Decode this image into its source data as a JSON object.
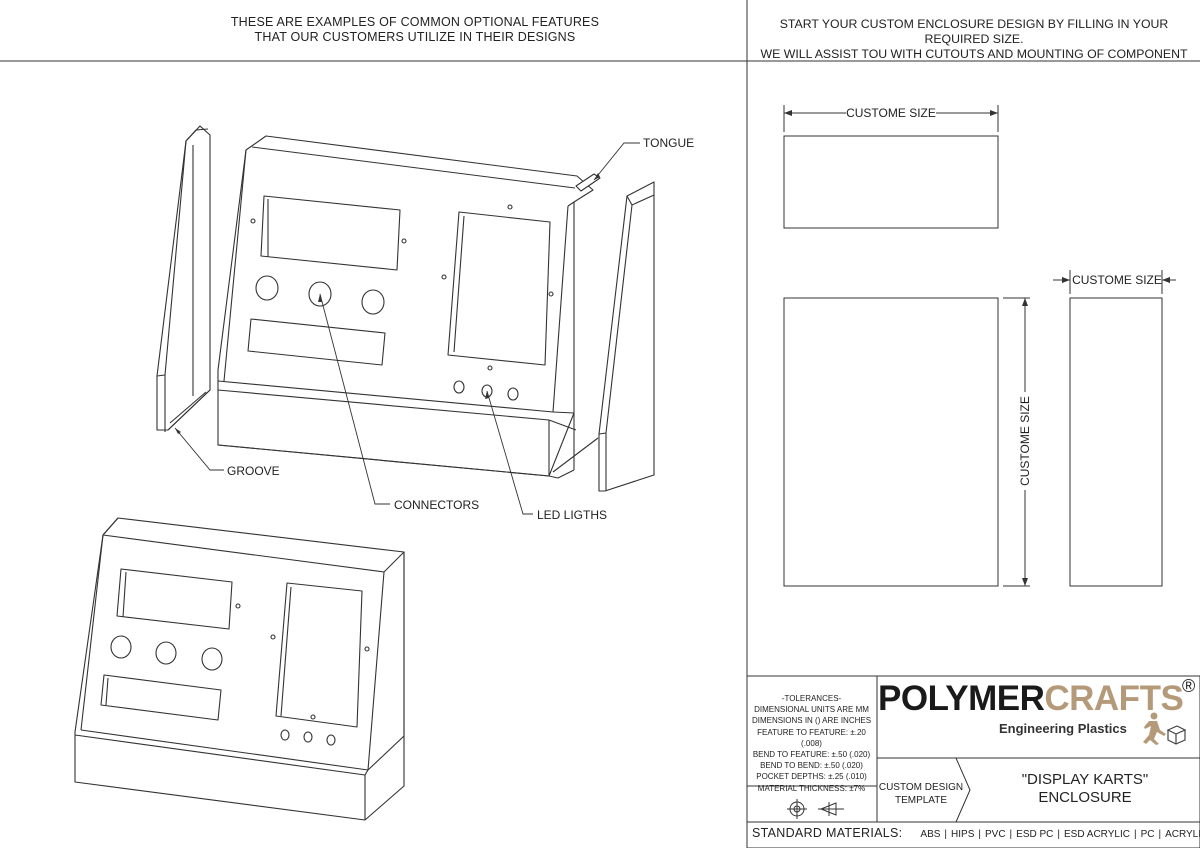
{
  "header": {
    "left_line1": "THESE ARE EXAMPLES OF COMMON OPTIONAL FEATURES",
    "left_line2": "THAT OUR CUSTOMERS UTILIZE IN THEIR DESIGNS",
    "right_line1": "START YOUR CUSTOM ENCLOSURE DESIGN BY FILLING IN YOUR REQUIRED SIZE.",
    "right_line2": "WE WILL ASSIST TOU WITH CUTOUTS AND MOUNTING OF COMPONENT"
  },
  "callouts": {
    "tongue": "TONGUE",
    "groove": "GROOVE",
    "connectors": "CONNECTORS",
    "led_lights": "LED LIGTHS"
  },
  "dimensions": {
    "top_width": "CUSTOME SIZE",
    "side_width": "CUSTOME SIZE",
    "height": "CUSTOME SIZE"
  },
  "title_block": {
    "tolerances": [
      "-TOLERANCES-",
      "DIMENSIONAL UNITS ARE MM",
      "DIMENSIONS IN () ARE INCHES",
      "FEATURE TO FEATURE: ±.20 (.008)",
      "BEND TO FEATURE: ±.50 (.020)",
      "BEND TO BEND: ±.50 (.020)",
      "POCKET DEPTHS: ±.25 (.010)",
      "MATERIAL THICKNESS: ±7%"
    ],
    "brand_part1": "POLYMER",
    "brand_part2": "CRAFTS",
    "registered": "®",
    "tagline": "Engineering Plastics",
    "template_line1": "CUSTOM DESIGN",
    "template_line2": "TEMPLATE",
    "project_line1": "\"DISPLAY KARTS\"",
    "project_line2": "ENCLOSURE",
    "materials_label": "STANDARD MATERIALS:",
    "materials": [
      "ABS",
      "HIPS",
      "PVC",
      "ESD PC",
      "ESD ACRYLIC",
      "PC",
      "ACRYLIC"
    ],
    "brand_accent_color": "#b59a7a"
  }
}
